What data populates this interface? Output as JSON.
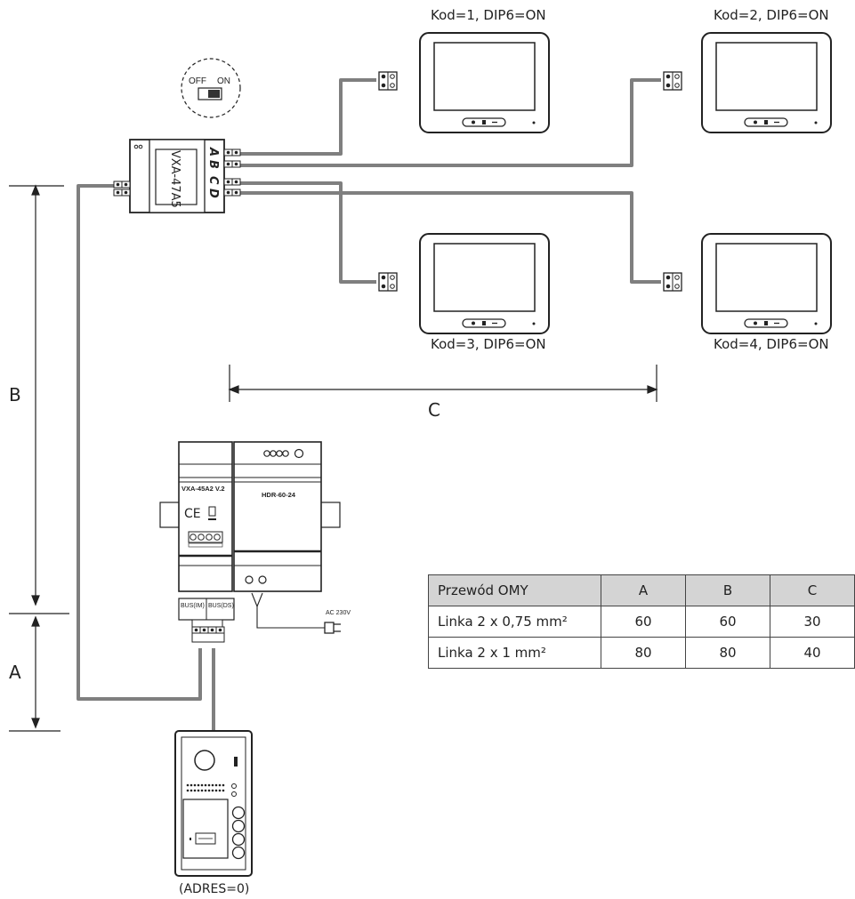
{
  "switch": {
    "off_label": "OFF",
    "on_label": "ON"
  },
  "distributor": {
    "model": "VXA-47A5",
    "ports": [
      "A",
      "B",
      "C",
      "D"
    ]
  },
  "monitors": [
    {
      "label": "Kod=1, DIP6=ON"
    },
    {
      "label": "Kod=2, DIP6=ON"
    },
    {
      "label": "Kod=3, DIP6=ON"
    },
    {
      "label": "Kod=4, DIP6=ON"
    }
  ],
  "dimensions": {
    "a": "A",
    "b": "B",
    "c": "C"
  },
  "power_unit": {
    "supply_model": "VXA-45A2 V.2",
    "psu_model": "HDR-60-24",
    "bus_labels": [
      "BUS(IM)",
      "BUS(DS)"
    ],
    "ac_label": "AC 230V"
  },
  "door_station": {
    "address": "(ADRES=0)"
  },
  "cable_table": {
    "headers": [
      "Przewód OMY",
      "A",
      "B",
      "C"
    ],
    "rows": [
      {
        "name": "Linka 2 x 0,75 mm²",
        "a": "60",
        "b": "60",
        "c": "30"
      },
      {
        "name": "Linka 2 x 1 mm²",
        "a": "80",
        "b": "80",
        "c": "40"
      }
    ]
  },
  "colors": {
    "wire": "#7f7f7f",
    "outline": "#222222",
    "table_header": "#d4d4d4"
  }
}
